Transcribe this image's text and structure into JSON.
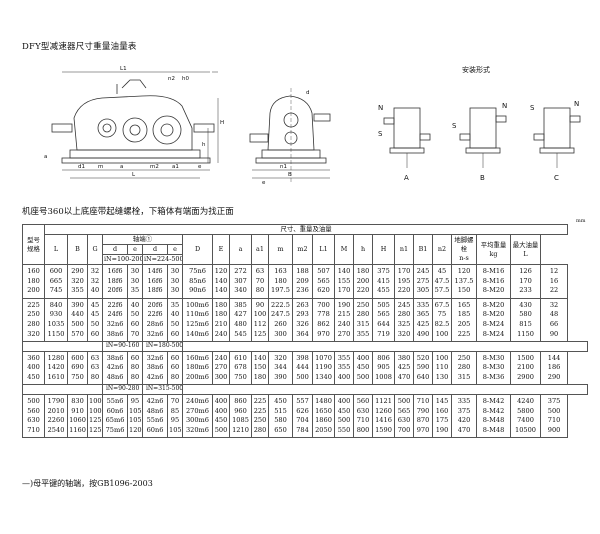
{
  "title": "DFY型减速器尺寸重量油量表",
  "install_forms_label": "安装形式",
  "form_labels": [
    "A",
    "B",
    "C"
  ],
  "drawing_labels": {
    "l1": "L1",
    "n2": "n2",
    "h0": "h0",
    "h": "H",
    "h_small": "h",
    "a_left": "a",
    "m": "m",
    "m2": "m2",
    "d1": "d1",
    "a": "a",
    "a1": "a1",
    "e": "e",
    "e_small": "e",
    "l": "L",
    "n1": "n1",
    "b": "B",
    "s": "S",
    "n": "N",
    "d": "d"
  },
  "note_top": "机座号360以上底座带起缝螺栓，下箱体有端面为找正面",
  "unit_label": "mm",
  "table": {
    "group_header": "尺寸、重量及油量",
    "col_frame": "型号规格",
    "col_L": "L",
    "col_B": "B",
    "col_G": "G",
    "shaft_end": "轴端①",
    "col_d": "d",
    "col_e": "e",
    "col_D": "D",
    "col_E": "E",
    "col_a": "a",
    "col_a1": "a1",
    "col_m": "m",
    "col_m2": "m2",
    "col_L1": "L1",
    "col_M": "M",
    "col_h": "h",
    "col_H": "H",
    "col_n1": "n1",
    "col_B1": "B1",
    "col_n2": "n2",
    "col_bolt": "地脚螺栓",
    "col_bolt_sub": "n-s",
    "col_weight": "平均重量",
    "col_weight_unit": "kg",
    "col_oil": "最大油量",
    "col_oil_unit": "L",
    "ratio_1": "iN=100-200",
    "ratio_2": "iN=224-500",
    "groups": [
      {
        "sub": null,
        "cells": [
          "160\n180\n200",
          "600\n665\n745",
          "290\n320\n355",
          "32\n32\n40",
          "16f6\n18f6\n20f6",
          "30\n30\n35",
          "14f6\n16f6\n18f6",
          "30\n30\n30",
          "75n6\n85n6\n90n6",
          "120\n140\n140",
          "272\n307\n340",
          "63\n70\n80",
          "163\n180\n197.5",
          "188\n209\n236",
          "507\n565\n620",
          "140\n155\n170",
          "180\n200\n220",
          "375\n415\n455",
          "170\n195\n220",
          "245\n275\n305",
          "45\n47.5\n57.5",
          "120\n137.5\n150",
          "8-M16\n8-M16\n8-M20",
          "126\n170\n233",
          "12\n16\n22"
        ]
      },
      {
        "sub": null,
        "cells": [
          "225\n250\n280\n320",
          "840\n930\n1035\n1150",
          "390\n440\n500\n570",
          "45\n45\n50\n60",
          "22f6\n24f6\n32n6\n38n6",
          "40\n50\n60\n70",
          "20f6\n22f6\n28n6\n32n6",
          "35\n40\n50\n60",
          "100m6\n110m6\n125m6\n140m6",
          "180\n180\n210\n240",
          "385\n427\n480\n545",
          "90\n100\n112\n125",
          "222.5\n247.5\n260\n300",
          "263\n293\n326\n364",
          "700\n778\n862\n970",
          "190\n215\n240\n270",
          "250\n280\n315\n355",
          "505\n565\n644\n719",
          "245\n280\n325\n320",
          "335\n365\n425\n490",
          "67.5\n75\n82.5\n100",
          "165\n185\n205\n225",
          "8-M20\n8-M20\n8-M24\n8-M24",
          "430\n580\n815\n1150",
          "32\n48\n66\n90"
        ]
      },
      {
        "sub": [
          "iN=90-160",
          "iN=180-500"
        ],
        "cells": [
          "360\n400\n450",
          "1280\n1420\n1610",
          "600\n690\n750",
          "63\n63\n80",
          "38n6\n42n6\n48n6",
          "60\n80\n80",
          "32n6\n38n6\n42n6",
          "60\n60\n80",
          "160m6\n180m6\n200m6",
          "240\n270\n300",
          "610\n678\n750",
          "140\n150\n180",
          "320\n344\n390",
          "398\n444\n500",
          "1070\n1190\n1340",
          "355\n355\n400",
          "400\n450\n500",
          "806\n905\n1008",
          "380\n425\n470",
          "520\n590\n640",
          "100\n110\n130",
          "250\n280\n315",
          "8-M30\n8-M30\n8-M36",
          "1500\n2100\n2900",
          "144\n186\n290"
        ]
      },
      {
        "sub": [
          "iN=90-280",
          "iN=315-500"
        ],
        "cells": [
          "500\n560\n630\n710",
          "1790\n2010\n2260\n2540",
          "830\n910\n1060\n1160",
          "100\n100\n125\n125",
          "55n6\n60n6\n65m6\n75m6",
          "95\n105\n105\n120",
          "42n6\n48n6\n55n6\n60n6",
          "70\n85\n95\n105",
          "240m6\n270m6\n300m6\n320m6",
          "400\n400\n450\n500",
          "860\n960\n1085\n1210",
          "225\n225\n250\n280",
          "450\n515\n580\n650",
          "557\n626\n704\n784",
          "1480\n1650\n1860\n2050",
          "400\n450\n500\n550",
          "560\n630\n710\n800",
          "1121\n1260\n1416\n1590",
          "500\n565\n630\n700",
          "710\n790\n870\n970",
          "145\n160\n175\n190",
          "335\n375\n420\n470",
          "8-M42\n8-M42\n8-M48\n8-M48",
          "4240\n5800\n7400\n10500",
          "375\n500\n710\n900"
        ]
      }
    ]
  },
  "footnote": "—)母平键的轴端，按GB1096-2003"
}
